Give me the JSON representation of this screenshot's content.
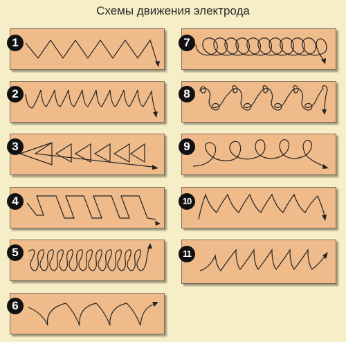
{
  "title": "Схемы движения электрода",
  "colors": {
    "background": "#f6eec6",
    "panel": "#f0bb8a",
    "stroke": "#222222",
    "badge": "#111111"
  },
  "schemes": [
    {
      "number": "1"
    },
    {
      "number": "2"
    },
    {
      "number": "3"
    },
    {
      "number": "4"
    },
    {
      "number": "5"
    },
    {
      "number": "6"
    },
    {
      "number": "7"
    },
    {
      "number": "8"
    },
    {
      "number": "9"
    },
    {
      "number": "10"
    },
    {
      "number": "11"
    }
  ]
}
